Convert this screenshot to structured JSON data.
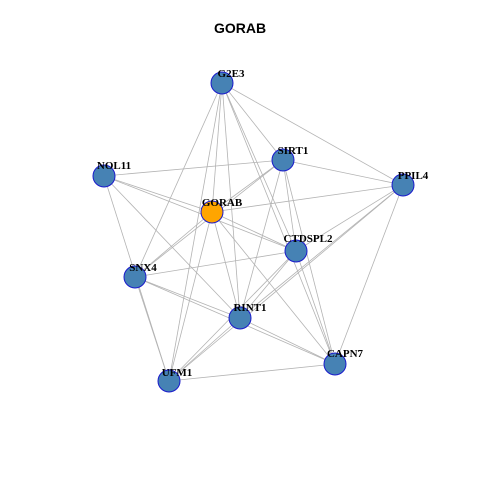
{
  "title": "GORAB",
  "colors": {
    "node": "#4682b4",
    "hub": "#ffa500",
    "edge": "#b3b3b3",
    "stroke": "#1a1acc"
  },
  "nodes": [
    {
      "id": "G2E3",
      "label": "G2E3"
    },
    {
      "id": "SIRT1",
      "label": "SIRT1"
    },
    {
      "id": "PPIL4",
      "label": "PPIL4"
    },
    {
      "id": "NOL11",
      "label": "NOL11"
    },
    {
      "id": "GORAB",
      "label": "GORAB",
      "hub": true
    },
    {
      "id": "CTDSPL2",
      "label": "CTDSPL2"
    },
    {
      "id": "SNX4",
      "label": "SNX4"
    },
    {
      "id": "RINT1",
      "label": "RINT1"
    },
    {
      "id": "CAPN7",
      "label": "CAPN7"
    },
    {
      "id": "UFM1",
      "label": "UFM1"
    }
  ],
  "edges": [
    [
      "G2E3",
      "SIRT1"
    ],
    [
      "G2E3",
      "PPIL4"
    ],
    [
      "G2E3",
      "GORAB"
    ],
    [
      "G2E3",
      "CTDSPL2"
    ],
    [
      "G2E3",
      "SNX4"
    ],
    [
      "G2E3",
      "RINT1"
    ],
    [
      "G2E3",
      "CAPN7"
    ],
    [
      "G2E3",
      "UFM1"
    ],
    [
      "NOL11",
      "SIRT1"
    ],
    [
      "NOL11",
      "GORAB"
    ],
    [
      "NOL11",
      "CTDSPL2"
    ],
    [
      "NOL11",
      "RINT1"
    ],
    [
      "NOL11",
      "UFM1"
    ],
    [
      "SIRT1",
      "GORAB"
    ],
    [
      "SIRT1",
      "SNX4"
    ],
    [
      "SIRT1",
      "CTDSPL2"
    ],
    [
      "SIRT1",
      "RINT1"
    ],
    [
      "SIRT1",
      "CAPN7"
    ],
    [
      "SIRT1",
      "PPIL4"
    ],
    [
      "PPIL4",
      "GORAB"
    ],
    [
      "PPIL4",
      "CTDSPL2"
    ],
    [
      "PPIL4",
      "RINT1"
    ],
    [
      "PPIL4",
      "CAPN7"
    ],
    [
      "PPIL4",
      "UFM1"
    ],
    [
      "GORAB",
      "CTDSPL2"
    ],
    [
      "GORAB",
      "SNX4"
    ],
    [
      "GORAB",
      "RINT1"
    ],
    [
      "GORAB",
      "CAPN7"
    ],
    [
      "GORAB",
      "UFM1"
    ],
    [
      "CTDSPL2",
      "SNX4"
    ],
    [
      "CTDSPL2",
      "RINT1"
    ],
    [
      "CTDSPL2",
      "UFM1"
    ],
    [
      "CTDSPL2",
      "CAPN7"
    ],
    [
      "SNX4",
      "RINT1"
    ],
    [
      "SNX4",
      "CAPN7"
    ],
    [
      "SNX4",
      "UFM1"
    ],
    [
      "RINT1",
      "UFM1"
    ],
    [
      "RINT1",
      "CAPN7"
    ],
    [
      "UFM1",
      "CAPN7"
    ]
  ]
}
